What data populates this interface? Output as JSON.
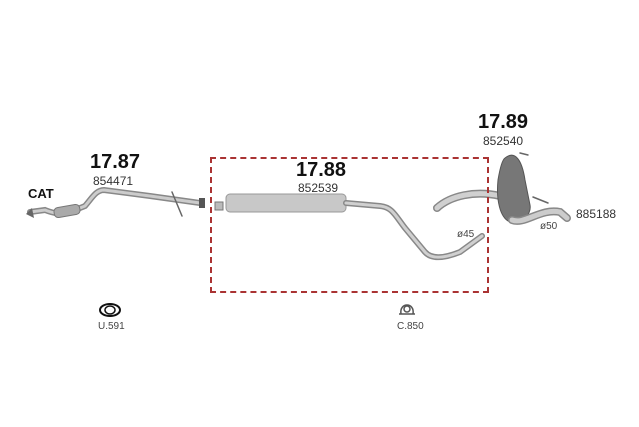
{
  "parts": [
    {
      "ref": "17.87",
      "code": "854471"
    },
    {
      "ref": "17.88",
      "code": "852539"
    },
    {
      "ref": "17.89",
      "code": "852540"
    }
  ],
  "labels": {
    "cat": "CAT",
    "diameter_45": "ø45",
    "diameter_50": "ø50",
    "tailpipe_code": "885188"
  },
  "accessories": [
    {
      "code": "U.591",
      "icon": "gasket-icon"
    },
    {
      "code": "C.850",
      "icon": "clamp-icon"
    }
  ],
  "colors": {
    "highlight_box": "#aa3333"
  }
}
